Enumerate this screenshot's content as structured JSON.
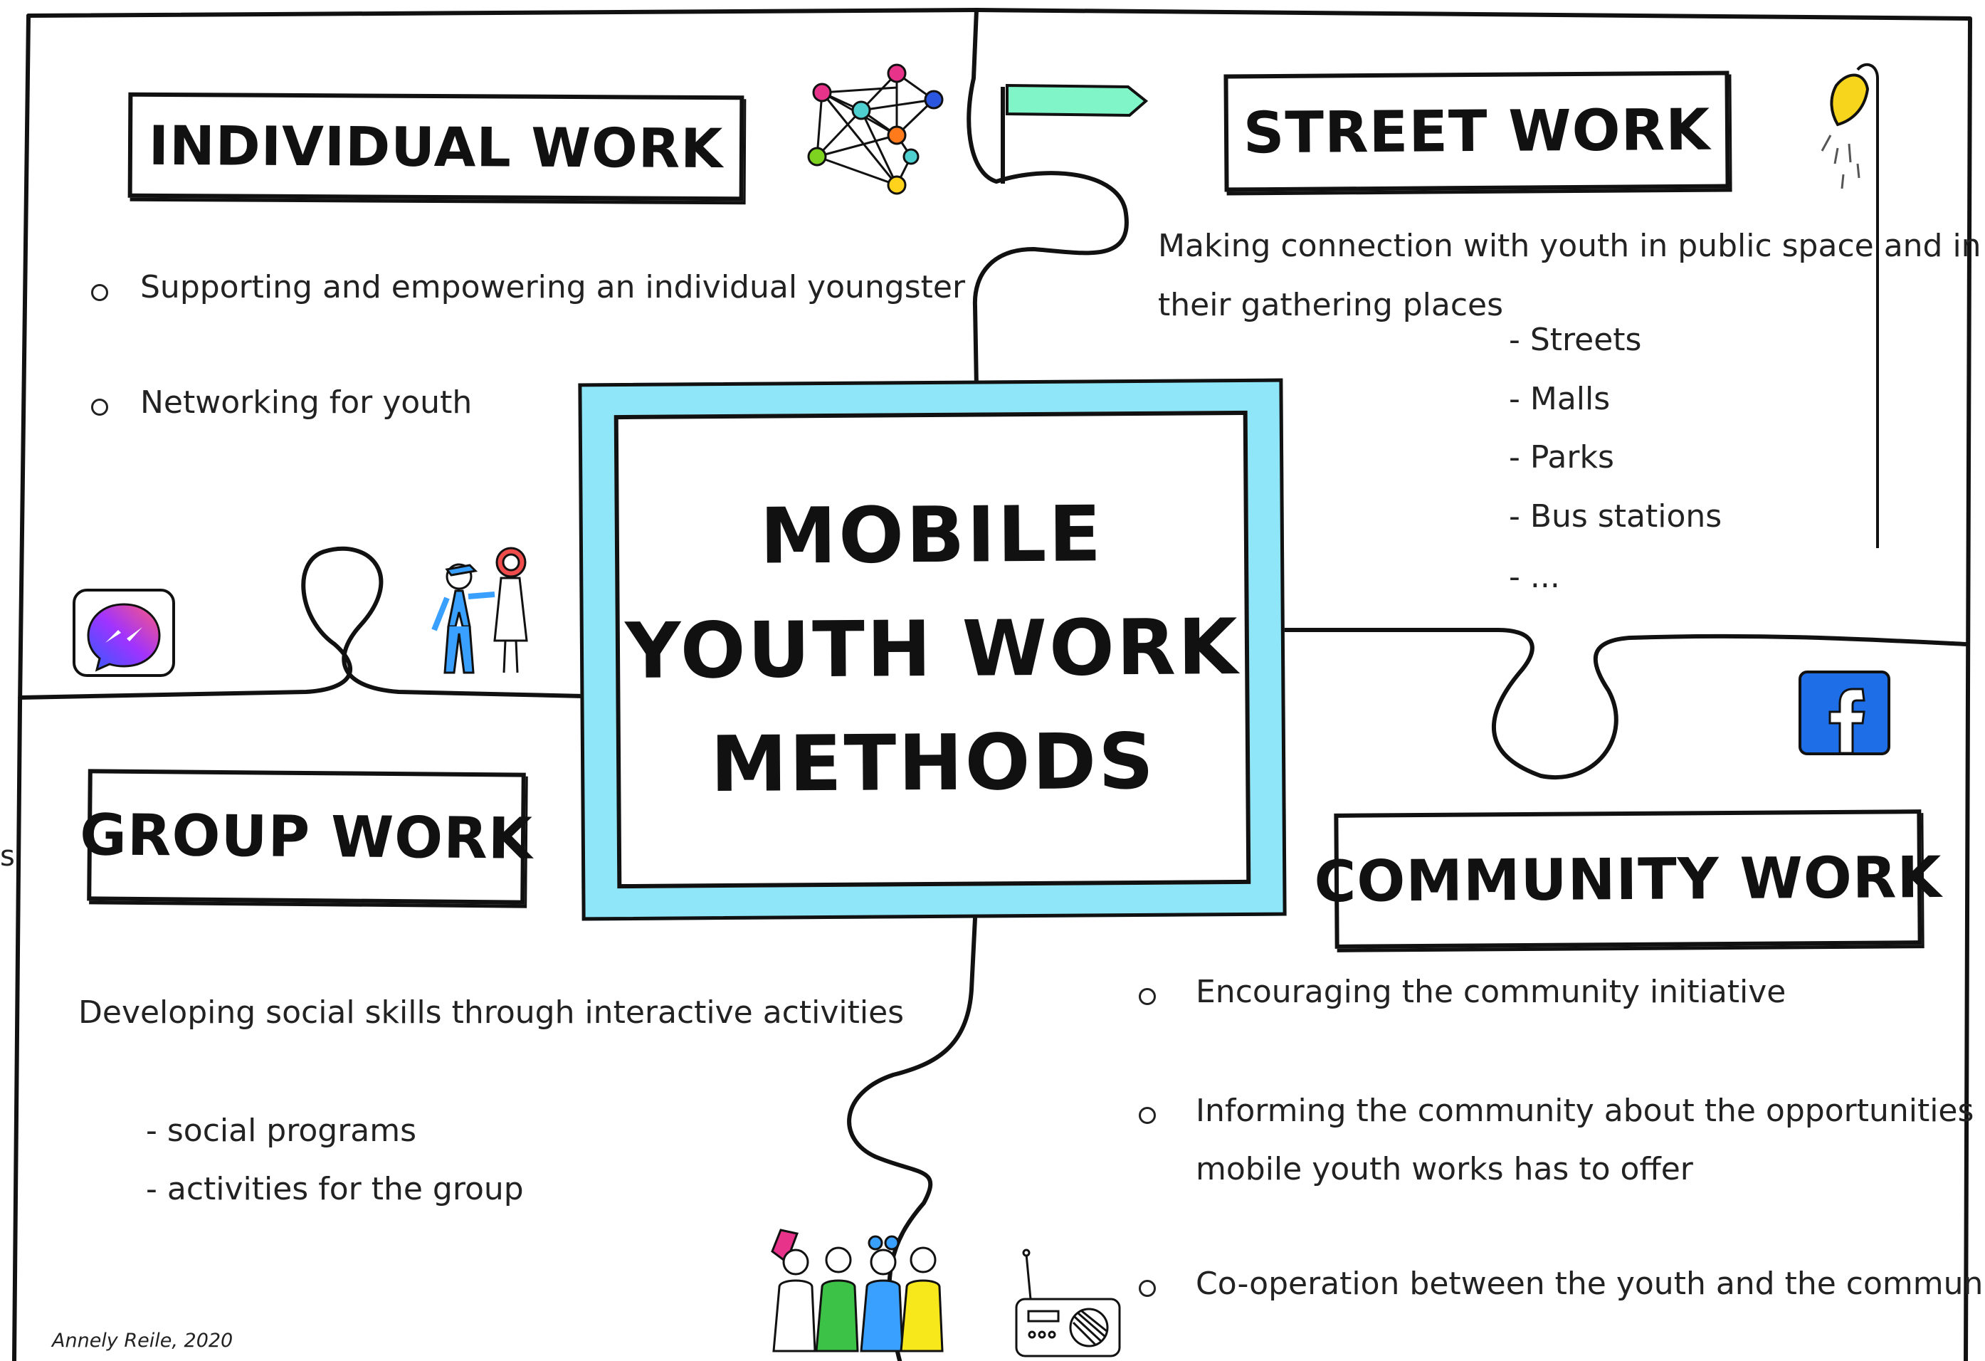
{
  "center": {
    "lines": [
      "MOBILE",
      "YOUTH  WORK",
      "METHODS"
    ]
  },
  "individual_work": {
    "title": "INDIVIDUAL WORK",
    "bullets": [
      "Supporting and empowering an individual youngster",
      "Networking for youth"
    ]
  },
  "street_work": {
    "title": "STREET WORK",
    "description": [
      "Making connection with youth in public space and in",
      "their gathering places"
    ],
    "places": [
      "- Streets",
      "- Malls",
      "- Parks",
      "- Bus stations",
      "- ..."
    ]
  },
  "group_work": {
    "title": "GROUP WORK",
    "description": "Developing social skills through interactive activities",
    "items": [
      "- social programs",
      "- activities for the group"
    ]
  },
  "community_work": {
    "title": "COMMUNITY WORK",
    "bullets": [
      [
        "Encouraging the community initiative"
      ],
      [
        "Informing the community about the opportunities",
        "mobile youth works has to offer"
      ],
      [
        "Co-operation between the youth and the community"
      ]
    ]
  },
  "margin_mark": "s",
  "credit": "Annely Reile, 2020",
  "colors": {
    "center_frame": "#8ee6f8",
    "signpost": "#7ff5c8",
    "facebook": "#1e6ee8",
    "lamp": "#f7d51c",
    "network_nodes": [
      "#e8338a",
      "#e8338a",
      "#2b56e0",
      "#4fcfd0",
      "#ff7a1a",
      "#7ed321",
      "#ffd21c",
      "#4fcfd0"
    ]
  }
}
